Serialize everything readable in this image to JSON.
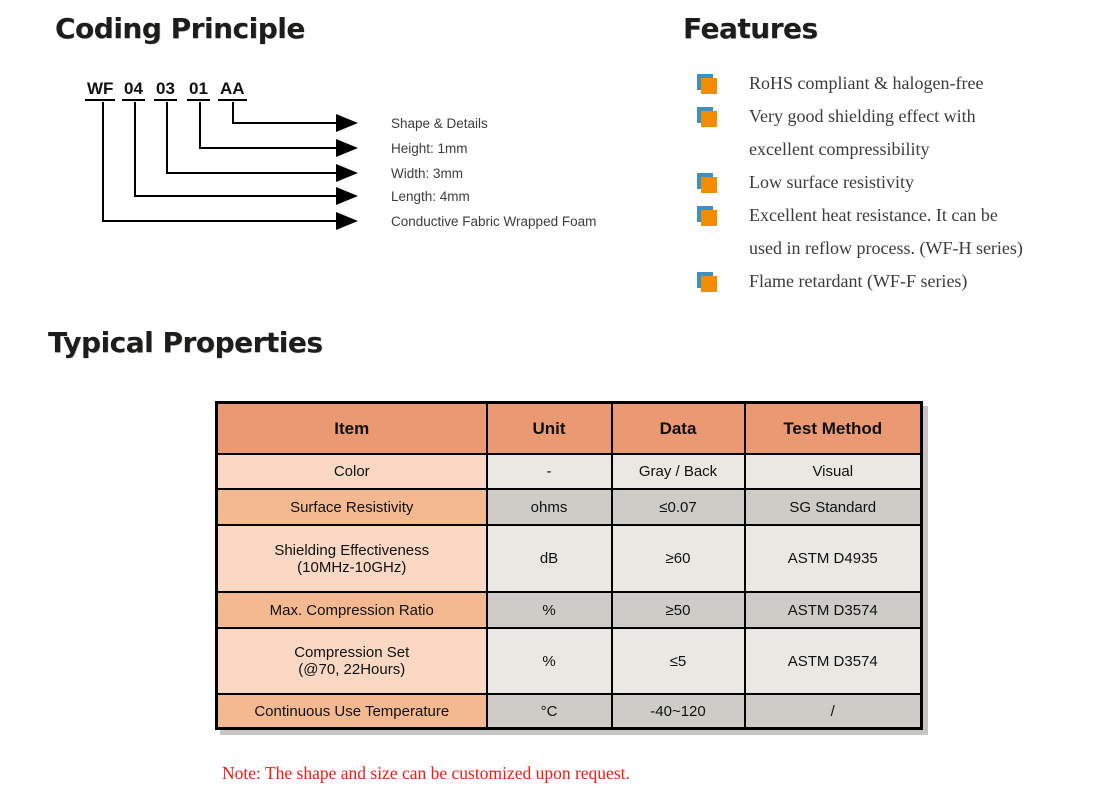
{
  "coding_principle": {
    "title": "Coding Principle",
    "code_segments": [
      "WF",
      "04",
      "03",
      "01",
      "AA"
    ],
    "labels": [
      "Shape & Details",
      "Height: 1mm",
      "Width: 3mm",
      "Length: 4mm",
      "Conductive Fabric Wrapped Foam"
    ]
  },
  "features": {
    "title": "Features",
    "items": [
      "RoHS compliant & halogen-free",
      "Very good shielding effect with\nexcellent compressibility",
      "Low surface resistivity",
      "Excellent heat resistance. It can be\nused in reflow process. (WF-H series)",
      "Flame retardant (WF-F series)"
    ]
  },
  "typical_properties": {
    "title": "Typical Properties",
    "table": {
      "headers": [
        "Item",
        "Unit",
        "Data",
        "Test Method"
      ],
      "rows": [
        {
          "item": "Color",
          "unit": "-",
          "data": "Gray / Back",
          "test_method": "Visual",
          "shade": "light"
        },
        {
          "item": "Surface Resistivity",
          "unit": "ohms",
          "data": "≤0.07",
          "test_method": "SG Standard",
          "shade": "dark"
        },
        {
          "item": "Shielding Effectiveness\n(10MHz-10GHz)",
          "unit": "dB",
          "data": "≥60",
          "test_method": "ASTM D4935",
          "shade": "light"
        },
        {
          "item": "Max. Compression Ratio",
          "unit": "%",
          "data": "≥50",
          "test_method": "ASTM D3574",
          "shade": "dark"
        },
        {
          "item": "Compression Set\n(@70, 22Hours)",
          "unit": "%",
          "data": "≤5",
          "test_method": "ASTM D3574",
          "shade": "light"
        },
        {
          "item": "Continuous Use Temperature",
          "unit": "°C",
          "data": "-40~120",
          "test_method": "/",
          "shade": "dark"
        }
      ]
    },
    "note": "Note: The shape and size can be customized upon request."
  },
  "colors": {
    "header_bg": "#EB9972",
    "item_light": "#FAD8C3",
    "item_dark": "#F5B991",
    "cell_light": "#E9E8E3",
    "cell_dark": "#CDCCC7",
    "bullet_orange": "#F28C00",
    "bullet_blue": "#3E90C0",
    "note_red": "#ED1C16"
  }
}
